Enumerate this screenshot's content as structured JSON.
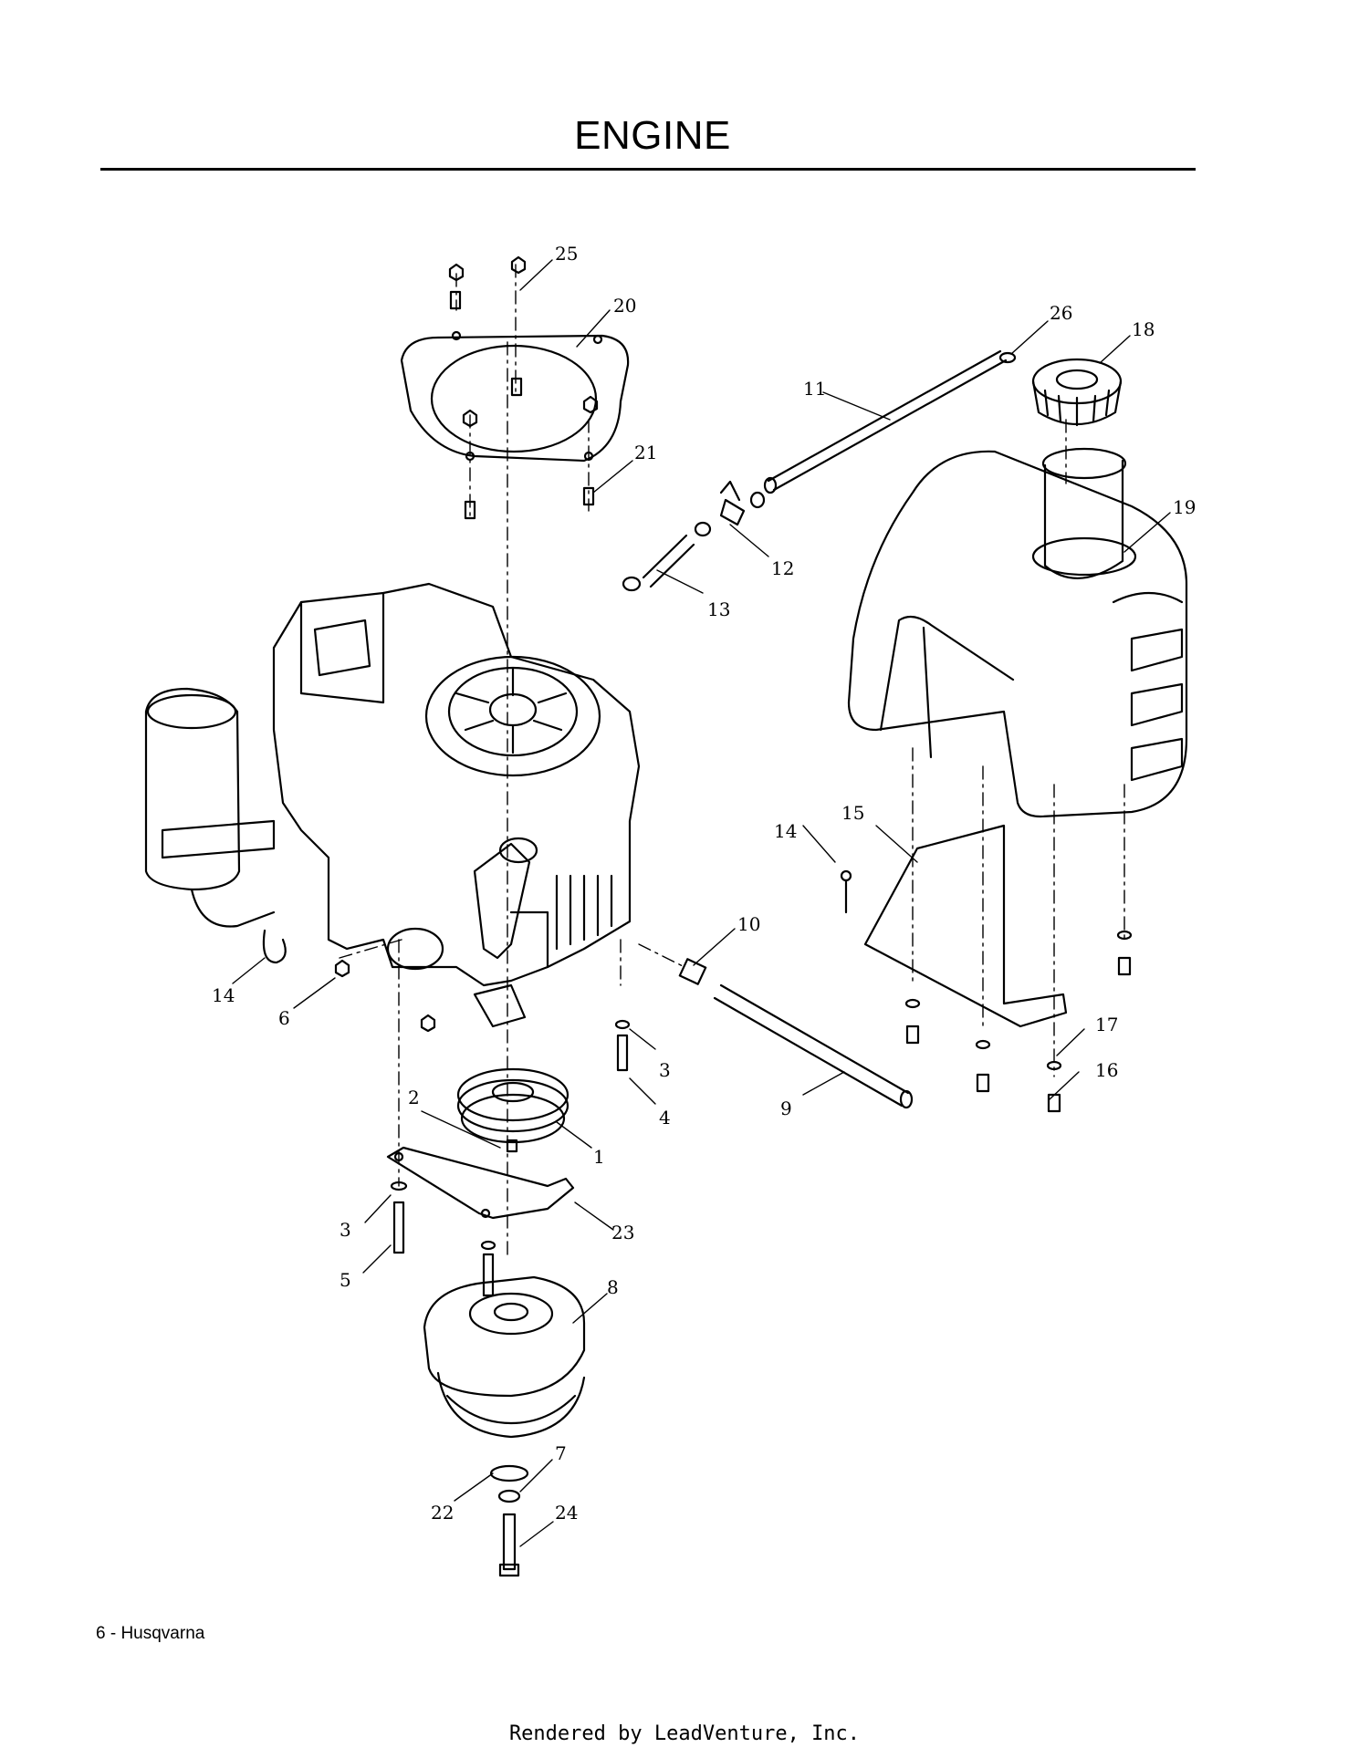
{
  "page": {
    "title": "ENGINE",
    "footer_left": "6 - Husqvarna",
    "footer_center": "Rendered by LeadVenture, Inc."
  },
  "callouts": [
    {
      "id": "c25",
      "label": "25"
    },
    {
      "id": "c20",
      "label": "20"
    },
    {
      "id": "c26",
      "label": "26"
    },
    {
      "id": "c18",
      "label": "18"
    },
    {
      "id": "c11",
      "label": "11"
    },
    {
      "id": "c21",
      "label": "21"
    },
    {
      "id": "c19",
      "label": "19"
    },
    {
      "id": "c12",
      "label": "12"
    },
    {
      "id": "c13",
      "label": "13"
    },
    {
      "id": "c15",
      "label": "15"
    },
    {
      "id": "c14a",
      "label": "14"
    },
    {
      "id": "c10",
      "label": "10"
    },
    {
      "id": "c14b",
      "label": "14"
    },
    {
      "id": "c6",
      "label": "6"
    },
    {
      "id": "c17",
      "label": "17"
    },
    {
      "id": "c16",
      "label": "16"
    },
    {
      "id": "c3a",
      "label": "3"
    },
    {
      "id": "c4",
      "label": "4"
    },
    {
      "id": "c2",
      "label": "2"
    },
    {
      "id": "c9",
      "label": "9"
    },
    {
      "id": "c1",
      "label": "1"
    },
    {
      "id": "c23",
      "label": "23"
    },
    {
      "id": "c3b",
      "label": "3"
    },
    {
      "id": "c5",
      "label": "5"
    },
    {
      "id": "c8",
      "label": "8"
    },
    {
      "id": "c7",
      "label": "7"
    },
    {
      "id": "c22",
      "label": "22"
    },
    {
      "id": "c24",
      "label": "24"
    }
  ]
}
